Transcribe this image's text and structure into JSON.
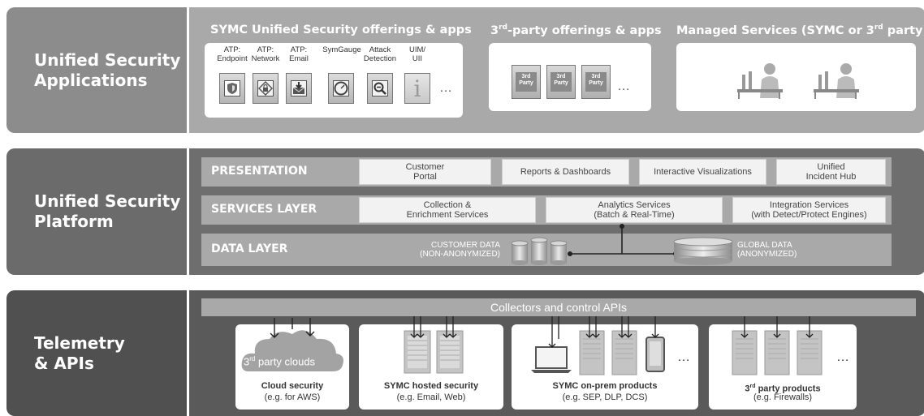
{
  "rows": {
    "applications": {
      "label_line1": "Unified Security",
      "label_line2": "Applications",
      "groups": [
        {
          "title": "SYMC Unified Security offerings & apps"
        },
        {
          "title_pre": "3",
          "title_sup": "rd",
          "title_post": "-party offerings & apps"
        },
        {
          "title_pre": "Managed Services (SYMC or 3",
          "title_sup": "rd",
          "title_post": " party)"
        }
      ],
      "symc_apps": [
        {
          "label_line1": "ATP:",
          "label_line2": "Endpoint",
          "icon": "shield-icon"
        },
        {
          "label_line1": "ATP:",
          "label_line2": "Network",
          "icon": "network-lock-icon"
        },
        {
          "label_line1": "ATP:",
          "label_line2": "Email",
          "icon": "email-download-icon"
        },
        {
          "label_line1": "SymGauge",
          "label_line2": "",
          "icon": "gauge-icon"
        },
        {
          "label_line1": "Attack",
          "label_line2": "Detection",
          "icon": "magnifier-icon"
        },
        {
          "label_line1": "UIM/",
          "label_line2": "UII",
          "icon": "info-icon"
        }
      ],
      "symc_more": "…",
      "third_party_badge_line1": "3rd",
      "third_party_badge_line2": "Party",
      "third_party_more": "…"
    },
    "platform": {
      "label_line1": "Unified Security",
      "label_line2": "Platform",
      "presentation": {
        "title": "PRESENTATION",
        "cells": [
          {
            "line1": "Customer",
            "line2": "Portal"
          },
          {
            "line1": "Reports & Dashboards",
            "line2": ""
          },
          {
            "line1": "Interactive Visualizations",
            "line2": ""
          },
          {
            "line1": "Unified",
            "line2": "Incident Hub"
          }
        ]
      },
      "services": {
        "title": "SERVICES LAYER",
        "cells": [
          {
            "line1": "Collection &",
            "line2": "Enrichment Services"
          },
          {
            "line1": "Analytics Services",
            "line2": "(Batch & Real-Time)"
          },
          {
            "line1": "Integration Services",
            "line2": "(with Detect/Protect Engines)"
          }
        ]
      },
      "data": {
        "title": "DATA LAYER",
        "customer_line1": "CUSTOMER DATA",
        "customer_line2": "(NON-ANONYMIZED)",
        "global_line1": "GLOBAL DATA",
        "global_line2": "(ANONYMIZED)"
      }
    },
    "telemetry": {
      "label_line1": "Telemetry",
      "label_line2": "& APIs",
      "collectors": "Collectors and control APIs",
      "cloud_text_pre": "3",
      "cloud_text_sup": "rd",
      "cloud_text_post": " party clouds",
      "boxes": [
        {
          "title": "Cloud security",
          "subtitle": "(e.g. for AWS)"
        },
        {
          "title": "SYMC hosted security",
          "subtitle": "(e.g. Email, Web)"
        },
        {
          "title": "SYMC on-prem products",
          "subtitle": "(e.g. SEP, DLP, DCS)"
        },
        {
          "title_pre": "3",
          "title_sup": "rd",
          "title_post": " party products",
          "subtitle": "(e.g. Firewalls)"
        }
      ],
      "more_onprem": "…",
      "more_third": "…"
    }
  }
}
